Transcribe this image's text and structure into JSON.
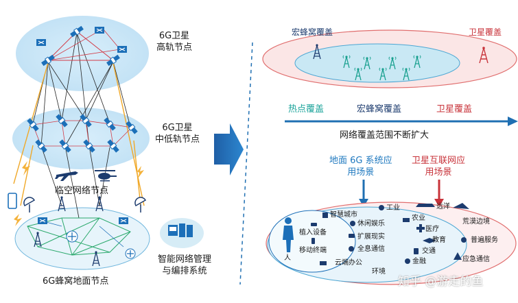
{
  "left": {
    "high_orbit_label": [
      "6G卫星",
      "高轨节点"
    ],
    "mid_orbit_label": [
      "6G卫星",
      "中低轨节点"
    ],
    "air_label": "临空网络节点",
    "ground_label": "6G蜂窝地面节点",
    "mgmt_label": [
      "智能网络管理",
      "与编排系统"
    ]
  },
  "right": {
    "macro_coverage": "宏蜂窝覆盖",
    "satellite_coverage": "卫星覆盖",
    "range_items": [
      "热点覆盖",
      "宏蜂窝覆盖",
      "卫星覆盖"
    ],
    "range_caption": "网络覆盖范围不断扩大",
    "ground_scenarios": [
      "地面 6G 系统应",
      "用场景"
    ],
    "satellite_scenarios": [
      "卫星互联网应",
      "用场景"
    ],
    "person_label": "人",
    "apps": {
      "access_device": "植入设备",
      "mobile_terminal": "移动终端",
      "smart_city": "智慧城市",
      "leisure": "休闲娱乐",
      "extended_reality": "扩展现实",
      "holographic_comm": "全息通信",
      "cloud_office": "云端办公",
      "industry": "工业",
      "agriculture": "农业",
      "medical": "医疗",
      "education": "教育",
      "transport": "交通",
      "finance": "金融",
      "environment": "环境",
      "ocean": "远洋",
      "desert_border": "荒漠边境",
      "universal_service": "普遍服务",
      "emergency_comm": "应急通信"
    },
    "watermark": "知乎 @游走的鱼"
  },
  "colors": {
    "teal": "#1aa39a",
    "navy": "#1c3b6e",
    "red": "#c8333a",
    "blue": "#1e78bf",
    "arrow": "#1f6fb2"
  }
}
